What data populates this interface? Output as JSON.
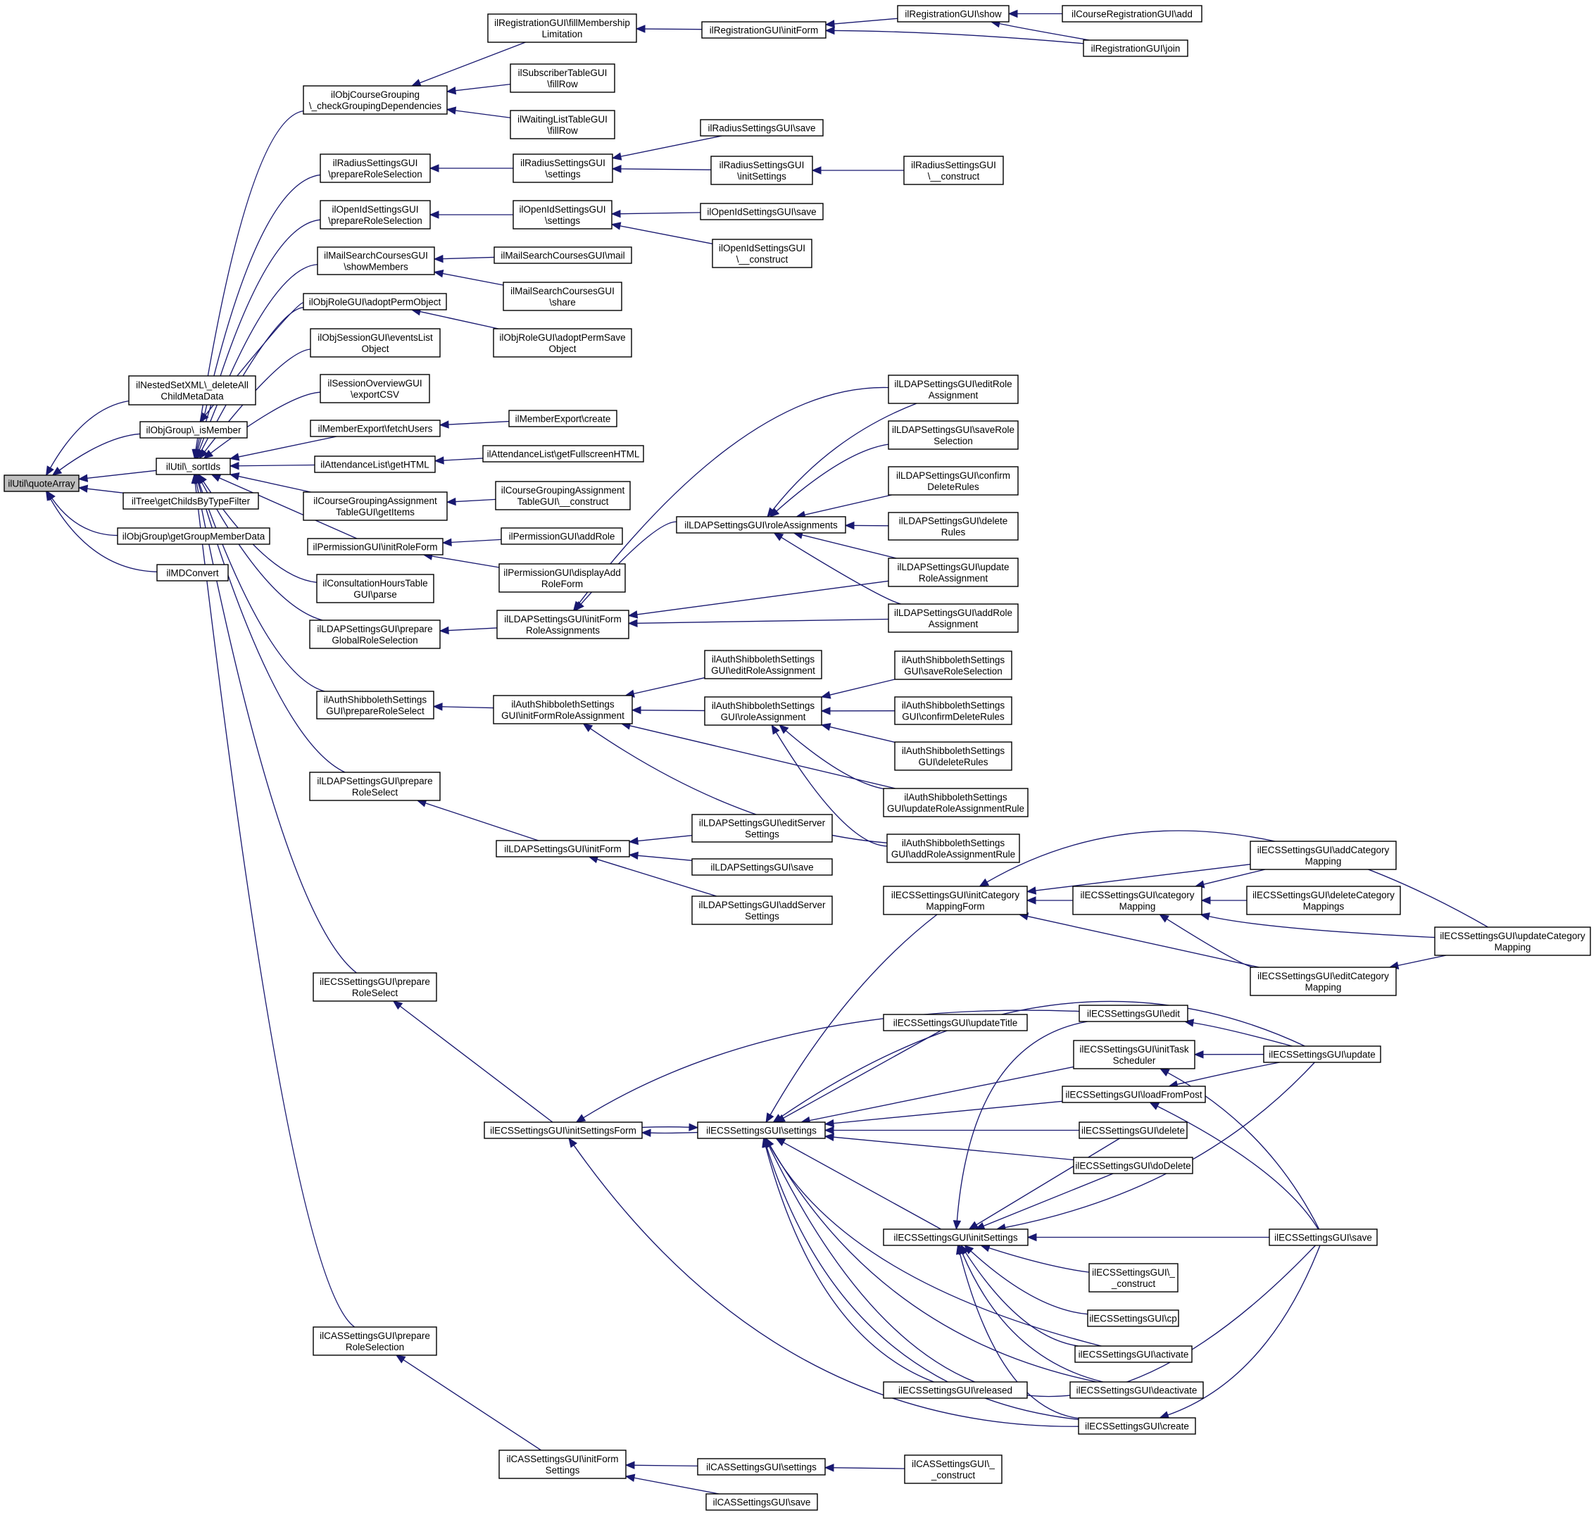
{
  "colors": {
    "edge": "#191970",
    "root_fill": "#bfbfbf",
    "node_fill": "#ffffff",
    "node_border": "#000000"
  },
  "root": "quoteArray",
  "nodes": [
    {
      "id": "quoteArray",
      "lines": [
        "ilUtil\\quoteArray"
      ]
    },
    {
      "id": "nestedDel",
      "lines": [
        "ilNestedSetXML\\_deleteAll",
        "ChildMetaData"
      ]
    },
    {
      "id": "objGroupIsMember",
      "lines": [
        "ilObjGroup\\_isMember"
      ]
    },
    {
      "id": "sortIds",
      "lines": [
        "ilUtil\\_sortIds"
      ]
    },
    {
      "id": "treeGetChilds",
      "lines": [
        "ilTree\\getChildsByTypeFilter"
      ]
    },
    {
      "id": "objGroupGetMember",
      "lines": [
        "ilObjGroup\\getGroupMemberData"
      ]
    },
    {
      "id": "mdConvert",
      "lines": [
        "ilMDConvert"
      ]
    },
    {
      "id": "objCourseGrouping",
      "lines": [
        "ilObjCourseGrouping",
        "\\_checkGroupingDependencies"
      ]
    },
    {
      "id": "radiusPrepare",
      "lines": [
        "ilRadiusSettingsGUI",
        "\\prepareRoleSelection"
      ]
    },
    {
      "id": "openIdPrepare",
      "lines": [
        "ilOpenIdSettingsGUI",
        "\\prepareRoleSelection"
      ]
    },
    {
      "id": "mailSearchShow",
      "lines": [
        "ilMailSearchCoursesGUI",
        "\\showMembers"
      ]
    },
    {
      "id": "objRoleAdopt",
      "lines": [
        "ilObjRoleGUI\\adoptPermObject"
      ]
    },
    {
      "id": "objSessionEvents",
      "lines": [
        "ilObjSessionGUI\\eventsList",
        "Object"
      ]
    },
    {
      "id": "sessionOverview",
      "lines": [
        "ilSessionOverviewGUI",
        "\\exportCSV"
      ]
    },
    {
      "id": "memberExportFetch",
      "lines": [
        "ilMemberExport\\fetchUsers"
      ]
    },
    {
      "id": "attendanceGetHTML",
      "lines": [
        "ilAttendanceList\\getHTML"
      ]
    },
    {
      "id": "courseGroupingTable",
      "lines": [
        "ilCourseGroupingAssignment",
        "TableGUI\\getItems"
      ]
    },
    {
      "id": "permInitRole",
      "lines": [
        "ilPermissionGUI\\initRoleForm"
      ]
    },
    {
      "id": "consultParse",
      "lines": [
        "ilConsultationHoursTable",
        "GUI\\parse"
      ]
    },
    {
      "id": "ldapPrepareGlobal",
      "lines": [
        "ilLDAPSettingsGUI\\prepare",
        "GlobalRoleSelection"
      ]
    },
    {
      "id": "shibPrepare",
      "lines": [
        "ilAuthShibbolethSettings",
        "GUI\\prepareRoleSelect"
      ]
    },
    {
      "id": "ldapPrepareRole",
      "lines": [
        "ilLDAPSettingsGUI\\prepare",
        "RoleSelect"
      ]
    },
    {
      "id": "ecsPrepare",
      "lines": [
        "ilECSSettingsGUI\\prepare",
        "RoleSelect"
      ]
    },
    {
      "id": "casPrepare",
      "lines": [
        "ilCASSettingsGUI\\prepare",
        "RoleSelection"
      ]
    },
    {
      "id": "regFillMember",
      "lines": [
        "ilRegistrationGUI\\fillMembership",
        "Limitation"
      ]
    },
    {
      "id": "subscriberFill",
      "lines": [
        "ilSubscriberTableGUI",
        "\\fillRow"
      ]
    },
    {
      "id": "waitingFill",
      "lines": [
        "ilWaitingListTableGUI",
        "\\fillRow"
      ]
    },
    {
      "id": "radiusSettings",
      "lines": [
        "ilRadiusSettingsGUI",
        "\\settings"
      ]
    },
    {
      "id": "openIdSettings",
      "lines": [
        "ilOpenIdSettingsGUI",
        "\\settings"
      ]
    },
    {
      "id": "mailSearchMail",
      "lines": [
        "ilMailSearchCoursesGUI\\mail"
      ]
    },
    {
      "id": "mailSearchShare",
      "lines": [
        "ilMailSearchCoursesGUI",
        "\\share"
      ]
    },
    {
      "id": "objRoleAdoptSave",
      "lines": [
        "ilObjRoleGUI\\adoptPermSave",
        "Object"
      ]
    },
    {
      "id": "memberExportCreate",
      "lines": [
        "ilMemberExport\\create"
      ]
    },
    {
      "id": "attendanceFull",
      "lines": [
        "ilAttendanceList\\getFullscreenHTML"
      ]
    },
    {
      "id": "courseGroupingConstruct",
      "lines": [
        "ilCourseGroupingAssignment",
        "TableGUI\\__construct"
      ]
    },
    {
      "id": "permAddRole",
      "lines": [
        "ilPermissionGUI\\addRole"
      ]
    },
    {
      "id": "permDisplayAdd",
      "lines": [
        "ilPermissionGUI\\displayAdd",
        "RoleForm"
      ]
    },
    {
      "id": "ldapInitFormRole",
      "lines": [
        "ilLDAPSettingsGUI\\initForm",
        "RoleAssignments"
      ]
    },
    {
      "id": "shibInitForm",
      "lines": [
        "ilAuthShibbolethSettings",
        "GUI\\initFormRoleAssignment"
      ]
    },
    {
      "id": "ldapInitForm",
      "lines": [
        "ilLDAPSettingsGUI\\initForm"
      ]
    },
    {
      "id": "ecsInitSettingsForm",
      "lines": [
        "ilECSSettingsGUI\\initSettingsForm"
      ]
    },
    {
      "id": "casInitForm",
      "lines": [
        "ilCASSettingsGUI\\initForm",
        "Settings"
      ]
    },
    {
      "id": "regInitForm",
      "lines": [
        "ilRegistrationGUI\\initForm"
      ]
    },
    {
      "id": "radiusSave",
      "lines": [
        "ilRadiusSettingsGUI\\save"
      ]
    },
    {
      "id": "radiusInitSettings",
      "lines": [
        "ilRadiusSettingsGUI",
        "\\initSettings"
      ]
    },
    {
      "id": "openIdSave",
      "lines": [
        "ilOpenIdSettingsGUI\\save"
      ]
    },
    {
      "id": "openIdConstruct",
      "lines": [
        "ilOpenIdSettingsGUI",
        "\\__construct"
      ]
    },
    {
      "id": "ldapRoleAssignments",
      "lines": [
        "ilLDAPSettingsGUI\\roleAssignments"
      ]
    },
    {
      "id": "shibEditRole",
      "lines": [
        "ilAuthShibbolethSettings",
        "GUI\\editRoleAssignment"
      ]
    },
    {
      "id": "shibRoleAssign",
      "lines": [
        "ilAuthShibbolethSettings",
        "GUI\\roleAssignment"
      ]
    },
    {
      "id": "ldapEditServer",
      "lines": [
        "ilLDAPSettingsGUI\\editServer",
        "Settings"
      ]
    },
    {
      "id": "ldapSave",
      "lines": [
        "ilLDAPSettingsGUI\\save"
      ]
    },
    {
      "id": "ldapAddServer",
      "lines": [
        "ilLDAPSettingsGUI\\addServer",
        "Settings"
      ]
    },
    {
      "id": "ecsSettings",
      "lines": [
        "ilECSSettingsGUI\\settings"
      ]
    },
    {
      "id": "casSettings",
      "lines": [
        "ilCASSettingsGUI\\settings"
      ]
    },
    {
      "id": "casSave",
      "lines": [
        "ilCASSettingsGUI\\save"
      ]
    },
    {
      "id": "regShow",
      "lines": [
        "ilRegistrationGUI\\show"
      ]
    },
    {
      "id": "radiusConstruct",
      "lines": [
        "ilRadiusSettingsGUI",
        "\\__construct"
      ]
    },
    {
      "id": "ldapEditRole",
      "lines": [
        "ilLDAPSettingsGUI\\editRole",
        "Assignment"
      ]
    },
    {
      "id": "ldapSaveRoleSel",
      "lines": [
        "ilLDAPSettingsGUI\\saveRole",
        "Selection"
      ]
    },
    {
      "id": "ldapConfirmDel",
      "lines": [
        "ilLDAPSettingsGUI\\confirm",
        "DeleteRules"
      ]
    },
    {
      "id": "ldapDeleteRules",
      "lines": [
        "ilLDAPSettingsGUI\\delete",
        "Rules"
      ]
    },
    {
      "id": "ldapUpdateRole",
      "lines": [
        "ilLDAPSettingsGUI\\update",
        "RoleAssignment"
      ]
    },
    {
      "id": "ldapAddRole",
      "lines": [
        "ilLDAPSettingsGUI\\addRole",
        "Assignment"
      ]
    },
    {
      "id": "shibSaveRoleSel",
      "lines": [
        "ilAuthShibbolethSettings",
        "GUI\\saveRoleSelection"
      ]
    },
    {
      "id": "shibConfirmDel",
      "lines": [
        "ilAuthShibbolethSettings",
        "GUI\\confirmDeleteRules"
      ]
    },
    {
      "id": "shibDeleteRules",
      "lines": [
        "ilAuthShibbolethSettings",
        "GUI\\deleteRules"
      ]
    },
    {
      "id": "shibUpdateRule",
      "lines": [
        "ilAuthShibbolethSettings",
        "GUI\\updateRoleAssignmentRule"
      ]
    },
    {
      "id": "shibAddRule",
      "lines": [
        "ilAuthShibbolethSettings",
        "GUI\\addRoleAssignmentRule"
      ]
    },
    {
      "id": "ecsInitCatForm",
      "lines": [
        "ilECSSettingsGUI\\initCategory",
        "MappingForm"
      ]
    },
    {
      "id": "ecsUpdateTitle",
      "lines": [
        "ilECSSettingsGUI\\updateTitle"
      ]
    },
    {
      "id": "ecsInitSettings",
      "lines": [
        "ilECSSettingsGUI\\initSettings"
      ]
    },
    {
      "id": "ecsReleased",
      "lines": [
        "ilECSSettingsGUI\\released"
      ]
    },
    {
      "id": "casConstruct",
      "lines": [
        "ilCASSettingsGUI\\_",
        "_construct"
      ]
    },
    {
      "id": "courseRegAdd",
      "lines": [
        "ilCourseRegistrationGUI\\add"
      ]
    },
    {
      "id": "regJoin",
      "lines": [
        "ilRegistrationGUI\\join"
      ]
    },
    {
      "id": "ecsCatMapping",
      "lines": [
        "ilECSSettingsGUI\\category",
        "Mapping"
      ]
    },
    {
      "id": "ecsEdit",
      "lines": [
        "ilECSSettingsGUI\\edit"
      ]
    },
    {
      "id": "ecsInitTask",
      "lines": [
        "ilECSSettingsGUI\\initTask",
        "Scheduler"
      ]
    },
    {
      "id": "ecsLoadFromPost",
      "lines": [
        "ilECSSettingsGUI\\loadFromPost"
      ]
    },
    {
      "id": "ecsDelete",
      "lines": [
        "ilECSSettingsGUI\\delete"
      ]
    },
    {
      "id": "ecsDoDelete",
      "lines": [
        "ilECSSettingsGUI\\doDelete"
      ]
    },
    {
      "id": "ecsConstruct",
      "lines": [
        "ilECSSettingsGUI\\_",
        "_construct"
      ]
    },
    {
      "id": "ecsCp",
      "lines": [
        "ilECSSettingsGUI\\cp"
      ]
    },
    {
      "id": "ecsActivate",
      "lines": [
        "ilECSSettingsGUI\\activate"
      ]
    },
    {
      "id": "ecsDeactivate",
      "lines": [
        "ilECSSettingsGUI\\deactivate"
      ]
    },
    {
      "id": "ecsCreate",
      "lines": [
        "ilECSSettingsGUI\\create"
      ]
    },
    {
      "id": "ecsAddCat",
      "lines": [
        "ilECSSettingsGUI\\addCategory",
        "Mapping"
      ]
    },
    {
      "id": "ecsDeleteCat",
      "lines": [
        "ilECSSettingsGUI\\deleteCategory",
        "Mappings"
      ]
    },
    {
      "id": "ecsEditCat",
      "lines": [
        "ilECSSettingsGUI\\editCategory",
        "Mapping"
      ]
    },
    {
      "id": "ecsUpdate",
      "lines": [
        "ilECSSettingsGUI\\update"
      ]
    },
    {
      "id": "ecsSave",
      "lines": [
        "ilECSSettingsGUI\\save"
      ]
    },
    {
      "id": "ecsUpdateCat",
      "lines": [
        "ilECSSettingsGUI\\updateCategory",
        "Mapping"
      ]
    }
  ],
  "edges": [
    [
      "quoteArray",
      "nestedDel"
    ],
    [
      "quoteArray",
      "objGroupIsMember"
    ],
    [
      "quoteArray",
      "sortIds"
    ],
    [
      "quoteArray",
      "treeGetChilds"
    ],
    [
      "quoteArray",
      "objGroupGetMember"
    ],
    [
      "quoteArray",
      "mdConvert"
    ],
    [
      "objGroupIsMember",
      "objRoleAdopt"
    ],
    [
      "sortIds",
      "objCourseGrouping"
    ],
    [
      "sortIds",
      "radiusPrepare"
    ],
    [
      "sortIds",
      "openIdPrepare"
    ],
    [
      "sortIds",
      "mailSearchShow"
    ],
    [
      "sortIds",
      "objRoleAdopt"
    ],
    [
      "sortIds",
      "objSessionEvents"
    ],
    [
      "sortIds",
      "sessionOverview"
    ],
    [
      "sortIds",
      "memberExportFetch"
    ],
    [
      "sortIds",
      "attendanceGetHTML"
    ],
    [
      "sortIds",
      "courseGroupingTable"
    ],
    [
      "sortIds",
      "permInitRole"
    ],
    [
      "sortIds",
      "consultParse"
    ],
    [
      "sortIds",
      "ldapPrepareGlobal"
    ],
    [
      "sortIds",
      "shibPrepare"
    ],
    [
      "sortIds",
      "ldapPrepareRole"
    ],
    [
      "sortIds",
      "ecsPrepare"
    ],
    [
      "sortIds",
      "casPrepare"
    ],
    [
      "objCourseGrouping",
      "regFillMember"
    ],
    [
      "objCourseGrouping",
      "subscriberFill"
    ],
    [
      "objCourseGrouping",
      "waitingFill"
    ],
    [
      "regFillMember",
      "regInitForm"
    ],
    [
      "regInitForm",
      "regShow"
    ],
    [
      "regInitForm",
      "regJoin"
    ],
    [
      "regShow",
      "courseRegAdd"
    ],
    [
      "regShow",
      "regJoin"
    ],
    [
      "radiusPrepare",
      "radiusSettings"
    ],
    [
      "radiusSettings",
      "radiusSave"
    ],
    [
      "radiusSettings",
      "radiusInitSettings"
    ],
    [
      "radiusInitSettings",
      "radiusConstruct"
    ],
    [
      "openIdPrepare",
      "openIdSettings"
    ],
    [
      "openIdSettings",
      "openIdSave"
    ],
    [
      "openIdSettings",
      "openIdConstruct"
    ],
    [
      "mailSearchShow",
      "mailSearchMail"
    ],
    [
      "mailSearchShow",
      "mailSearchShare"
    ],
    [
      "objRoleAdopt",
      "objRoleAdoptSave"
    ],
    [
      "memberExportFetch",
      "memberExportCreate"
    ],
    [
      "attendanceGetHTML",
      "attendanceFull"
    ],
    [
      "courseGroupingTable",
      "courseGroupingConstruct"
    ],
    [
      "permInitRole",
      "permAddRole"
    ],
    [
      "permInitRole",
      "permDisplayAdd"
    ],
    [
      "ldapPrepareGlobal",
      "ldapInitFormRole"
    ],
    [
      "ldapInitFormRole",
      "ldapRoleAssignments"
    ],
    [
      "ldapInitFormRole",
      "ldapEditRole"
    ],
    [
      "ldapInitFormRole",
      "ldapUpdateRole"
    ],
    [
      "ldapInitFormRole",
      "ldapAddRole"
    ],
    [
      "ldapRoleAssignments",
      "ldapEditRole"
    ],
    [
      "ldapRoleAssignments",
      "ldapSaveRoleSel"
    ],
    [
      "ldapRoleAssignments",
      "ldapConfirmDel"
    ],
    [
      "ldapRoleAssignments",
      "ldapDeleteRules"
    ],
    [
      "ldapRoleAssignments",
      "ldapUpdateRole"
    ],
    [
      "ldapRoleAssignments",
      "ldapAddRole"
    ],
    [
      "shibPrepare",
      "shibInitForm"
    ],
    [
      "shibInitForm",
      "shibEditRole"
    ],
    [
      "shibInitForm",
      "shibRoleAssign"
    ],
    [
      "shibInitForm",
      "shibUpdateRule"
    ],
    [
      "shibInitForm",
      "shibAddRule"
    ],
    [
      "shibRoleAssign",
      "shibSaveRoleSel"
    ],
    [
      "shibRoleAssign",
      "shibConfirmDel"
    ],
    [
      "shibRoleAssign",
      "shibDeleteRules"
    ],
    [
      "shibRoleAssign",
      "shibUpdateRule"
    ],
    [
      "shibRoleAssign",
      "shibAddRule"
    ],
    [
      "ldapPrepareRole",
      "ldapInitForm"
    ],
    [
      "ldapInitForm",
      "ldapEditServer"
    ],
    [
      "ldapInitForm",
      "ldapSave"
    ],
    [
      "ldapInitForm",
      "ldapAddServer"
    ],
    [
      "ecsPrepare",
      "ecsInitSettingsForm"
    ],
    [
      "ecsInitSettingsForm",
      "ecsSettings"
    ],
    [
      "ecsInitSettingsForm",
      "ecsEdit"
    ],
    [
      "ecsInitSettingsForm",
      "ecsCreate"
    ],
    [
      "ecsSettings",
      "ecsInitSettingsForm"
    ],
    [
      "ecsSettings",
      "ecsInitCatForm"
    ],
    [
      "ecsSettings",
      "ecsUpdateTitle"
    ],
    [
      "ecsSettings",
      "ecsInitSettings"
    ],
    [
      "ecsSettings",
      "ecsReleased"
    ],
    [
      "ecsSettings",
      "ecsInitTask"
    ],
    [
      "ecsSettings",
      "ecsLoadFromPost"
    ],
    [
      "ecsSettings",
      "ecsDelete"
    ],
    [
      "ecsSettings",
      "ecsDoDelete"
    ],
    [
      "ecsSettings",
      "ecsActivate"
    ],
    [
      "ecsSettings",
      "ecsDeactivate"
    ],
    [
      "ecsSettings",
      "ecsCreate"
    ],
    [
      "ecsSettings",
      "ecsUpdate"
    ],
    [
      "ecsSettings",
      "ecsSave"
    ],
    [
      "ecsInitCatForm",
      "ecsCatMapping"
    ],
    [
      "ecsInitCatForm",
      "ecsAddCat"
    ],
    [
      "ecsInitCatForm",
      "ecsEditCat"
    ],
    [
      "ecsInitCatForm",
      "ecsUpdateCat"
    ],
    [
      "ecsCatMapping",
      "ecsAddCat"
    ],
    [
      "ecsCatMapping",
      "ecsDeleteCat"
    ],
    [
      "ecsCatMapping",
      "ecsEditCat"
    ],
    [
      "ecsCatMapping",
      "ecsUpdateCat"
    ],
    [
      "ecsEditCat",
      "ecsUpdateCat"
    ],
    [
      "ecsInitSettings",
      "ecsEdit"
    ],
    [
      "ecsInitSettings",
      "ecsDelete"
    ],
    [
      "ecsInitSettings",
      "ecsDoDelete"
    ],
    [
      "ecsInitSettings",
      "ecsUpdate"
    ],
    [
      "ecsInitSettings",
      "ecsSave"
    ],
    [
      "ecsInitSettings",
      "ecsConstruct"
    ],
    [
      "ecsInitSettings",
      "ecsCp"
    ],
    [
      "ecsInitSettings",
      "ecsActivate"
    ],
    [
      "ecsInitSettings",
      "ecsDeactivate"
    ],
    [
      "ecsInitSettings",
      "ecsCreate"
    ],
    [
      "ecsEdit",
      "ecsUpdate"
    ],
    [
      "ecsInitTask",
      "ecsUpdate"
    ],
    [
      "ecsInitTask",
      "ecsSave"
    ],
    [
      "ecsLoadFromPost",
      "ecsUpdate"
    ],
    [
      "ecsLoadFromPost",
      "ecsSave"
    ],
    [
      "ecsCreate",
      "ecsSave"
    ],
    [
      "casPrepare",
      "casInitForm"
    ],
    [
      "casInitForm",
      "casSettings"
    ],
    [
      "casInitForm",
      "casSave"
    ],
    [
      "casSettings",
      "casConstruct"
    ]
  ]
}
